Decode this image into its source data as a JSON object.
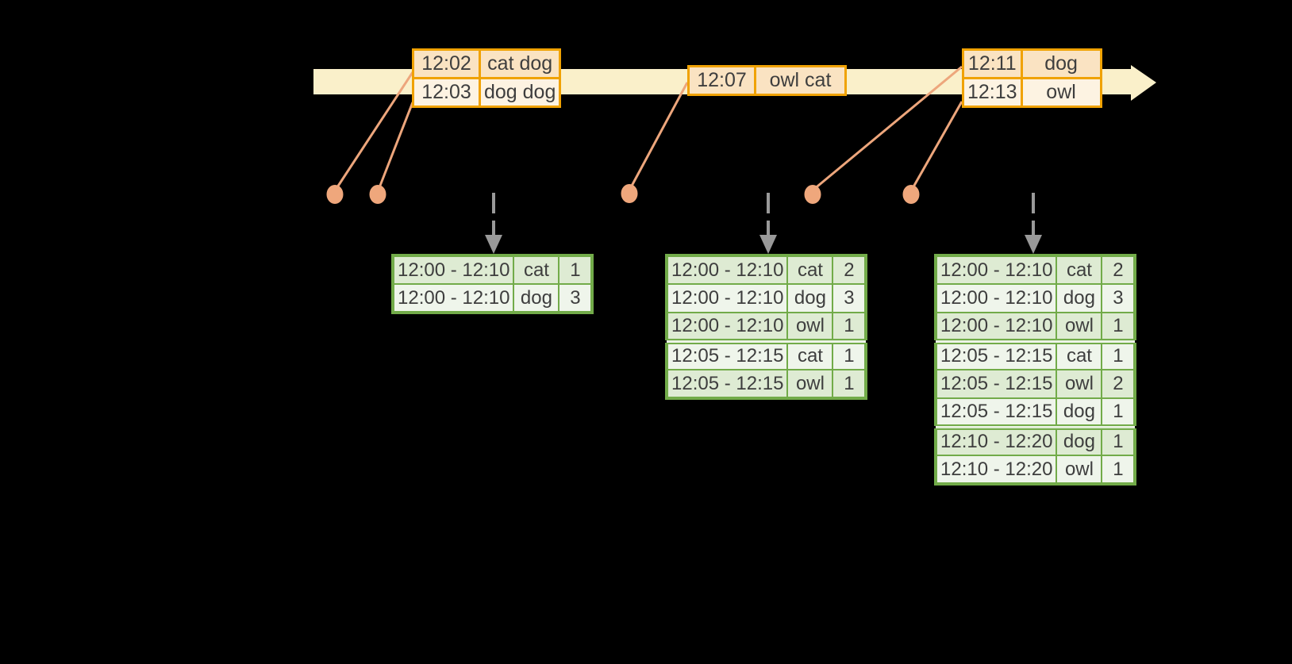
{
  "background_color": "#000000",
  "colors": {
    "timeline_fill": "#FAF0CA",
    "event_table_border": "#F0A202",
    "event_row_dark": "#FAE3C2",
    "event_row_light": "#FDF3E2",
    "result_table_border": "#72AB49",
    "result_row_dark": "#DEEBD3",
    "result_row_light": "#EFF5EB",
    "connector_line": "#EDA67C",
    "event_dot": "#EFA77C",
    "trigger_arrow": "#999999",
    "text": "#3E3E3E"
  },
  "event_tables": [
    {
      "rows": [
        {
          "time": "12:02",
          "words": "cat dog"
        },
        {
          "time": "12:03",
          "words": "dog dog"
        }
      ]
    },
    {
      "rows": [
        {
          "time": "12:07",
          "words": "owl cat"
        }
      ]
    },
    {
      "rows": [
        {
          "time": "12:11",
          "words": "dog"
        },
        {
          "time": "12:13",
          "words": "owl"
        }
      ]
    }
  ],
  "result_tables": [
    {
      "rows": [
        {
          "window": "12:00 - 12:10",
          "word": "cat",
          "count": "1"
        },
        {
          "window": "12:00 - 12:10",
          "word": "dog",
          "count": "3"
        }
      ]
    },
    {
      "rows": [
        {
          "window": "12:00 - 12:10",
          "word": "cat",
          "count": "2"
        },
        {
          "window": "12:00 - 12:10",
          "word": "dog",
          "count": "3"
        },
        {
          "window": "12:00 - 12:10",
          "word": "owl",
          "count": "1"
        },
        {
          "window": "12:05 - 12:15",
          "word": "cat",
          "count": "1"
        },
        {
          "window": "12:05 - 12:15",
          "word": "owl",
          "count": "1"
        }
      ]
    },
    {
      "rows": [
        {
          "window": "12:00 - 12:10",
          "word": "cat",
          "count": "2"
        },
        {
          "window": "12:00 - 12:10",
          "word": "dog",
          "count": "3"
        },
        {
          "window": "12:00 - 12:10",
          "word": "owl",
          "count": "1"
        },
        {
          "window": "12:05 - 12:15",
          "word": "cat",
          "count": "1"
        },
        {
          "window": "12:05 - 12:15",
          "word": "owl",
          "count": "2"
        },
        {
          "window": "12:05 - 12:15",
          "word": "dog",
          "count": "1"
        },
        {
          "window": "12:10 - 12:20",
          "word": "dog",
          "count": "1"
        },
        {
          "window": "12:10 - 12:20",
          "word": "owl",
          "count": "1"
        }
      ]
    }
  ]
}
